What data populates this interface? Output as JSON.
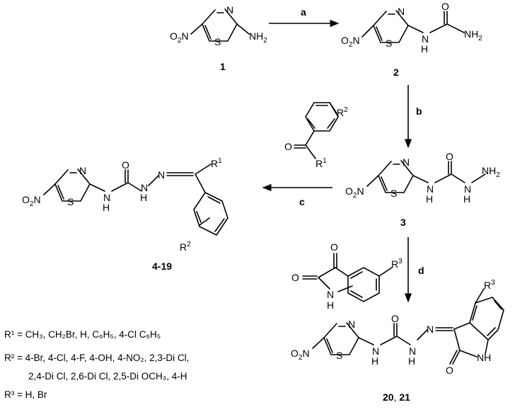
{
  "compounds": {
    "c1": "1",
    "c2": "2",
    "c3": "3",
    "c4_19": "4-19",
    "c20": "20",
    "comma": ", ",
    "c21": "21"
  },
  "reagents": {
    "a": "a",
    "b": "b",
    "c": "c",
    "d": "d"
  },
  "legend": {
    "r1": "R¹ = CH₃, CH₂Br, H, C₆H₅, 4-Cl C₆H₅",
    "r2_line1": "R² = 4-Br, 4-Cl, 4-F, 4-OH, 4-NO₂, 2,3-Di Cl,",
    "r2_line2": "2,4-Di Cl, 2,6-Di Cl, 2,5-Di OCH₃, 4-H",
    "r3": "R³ = H, Br"
  }
}
